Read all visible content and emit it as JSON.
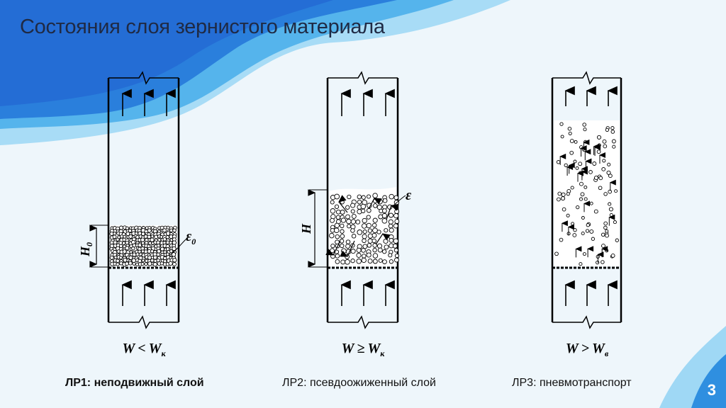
{
  "slide": {
    "title": "Состояния слоя зернистого материала",
    "page_number": "3"
  },
  "panels": [
    {
      "caption_prefix": "ЛР1: ",
      "caption_text": "неподвижный слой",
      "condition": {
        "W": "W",
        "op": "<",
        "Wsub": "W",
        "sub": "к"
      },
      "height_label": "H",
      "height_sub": "0",
      "porosity_label": "ε",
      "porosity_sub": "0"
    },
    {
      "caption_prefix": "ЛР2: ",
      "caption_text": "псевдоожиженный слой",
      "condition": {
        "W": "W",
        "op": "≥",
        "Wsub": "W",
        "sub": "к"
      },
      "height_label": "H",
      "porosity_label": "ε"
    },
    {
      "caption_prefix": "ЛР3: ",
      "caption_text": "пневмотранспорт",
      "condition": {
        "W": "W",
        "op": ">",
        "Wsub": "W",
        "sub": "в"
      }
    }
  ],
  "colors": {
    "wave_dark": "#1e63c8",
    "wave_mid": "#2f8fe0",
    "wave_light": "#7fc6f2",
    "background": "#eef6fb"
  }
}
